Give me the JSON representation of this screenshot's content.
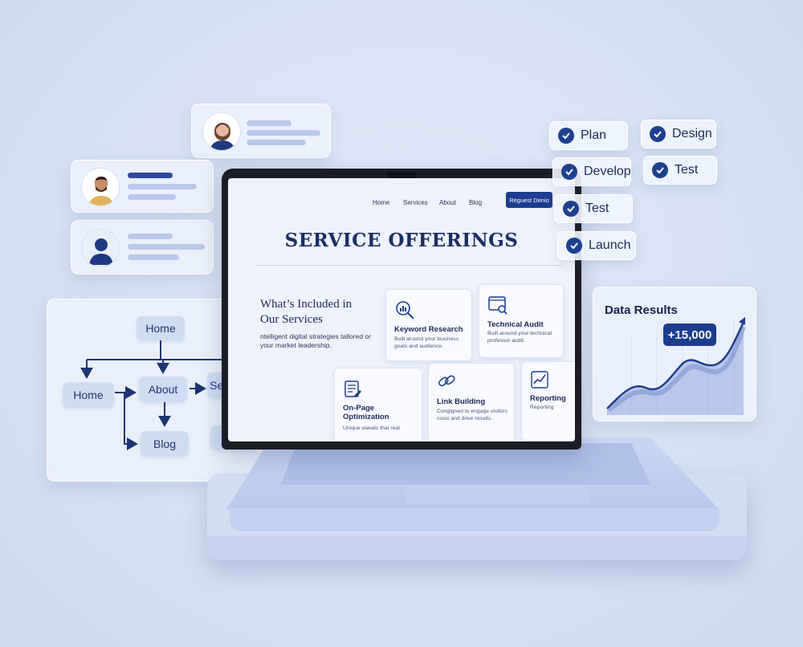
{
  "profiles": [
    {
      "icon": "woman-avatar-icon"
    },
    {
      "icon": "man-avatar-icon"
    },
    {
      "icon": "user-silhouette-icon"
    }
  ],
  "sitemap": {
    "nodes": {
      "home_top": "Home",
      "home": "Home",
      "about": "About",
      "services": "Services",
      "blog": "Blog",
      "more": "..."
    }
  },
  "checklist": [
    {
      "label": "Plan"
    },
    {
      "label": "Design"
    },
    {
      "label": "Develop"
    },
    {
      "label": "Test"
    },
    {
      "label": "Test"
    },
    {
      "label": "Launch"
    }
  ],
  "site": {
    "nav": [
      "Home",
      "Services",
      "About",
      "Blog"
    ],
    "cta": "Reguest Denio",
    "title": "SERVICE OFFERINGS",
    "section_heading": "What’s Included in Our Services",
    "section_desc": "ntelligent digital strategies tallored or your market leadership.",
    "services": [
      {
        "title": "Keyword Research",
        "desc": "Built around your business goals and audience.",
        "icon": "magnifier-chart-icon"
      },
      {
        "title": "Technical Audit",
        "desc": "Built around your technical professor audit.",
        "icon": "browser-search-icon"
      },
      {
        "title": "On-Page Optimization",
        "desc": "Unique viavals that reat",
        "icon": "page-edit-icon"
      },
      {
        "title": "Link Building",
        "desc": "Congigned to engage visitors cosis and drive results.",
        "icon": "chain-link-icon"
      },
      {
        "title": "Reporting",
        "desc": "Reporting",
        "icon": "line-chart-icon"
      }
    ]
  },
  "data_results": {
    "title": "Data Results",
    "badge": "+15,000",
    "colors": {
      "line": "#1c3d8e",
      "fill": "#8fa7dc"
    }
  }
}
